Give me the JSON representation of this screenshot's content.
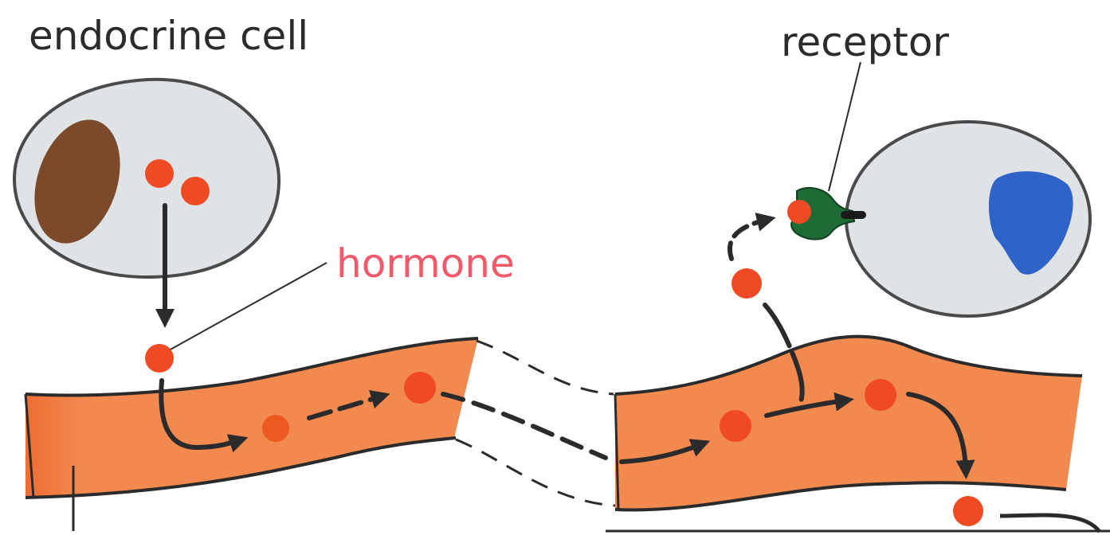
{
  "labels": {
    "endocrine_cell": "endocrine cell",
    "hormone": "hormone",
    "receptor": "receptor"
  },
  "colors": {
    "blood_vessel": "#f2894e",
    "blood_vessel_dark": "#e8743c",
    "hormone_dot": "#f04a25",
    "cell_fill": "#dfe3e6",
    "cell_outline": "#4a4a4a",
    "endocrine_nucleus": "#7a4a2a",
    "target_nucleus": "#2f63c8",
    "receptor": "#1f6b35",
    "arrow": "#2b2b2b",
    "hormone_label": "#f05a6a"
  }
}
